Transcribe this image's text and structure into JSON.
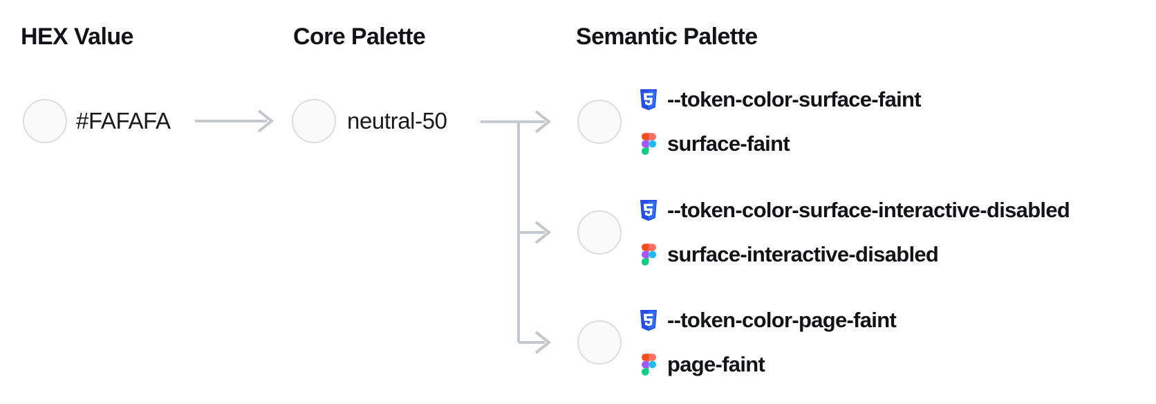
{
  "columns": {
    "hex_header": "HEX Value",
    "core_header": "Core Palette",
    "semantic_header": "Semantic Palette"
  },
  "hex_node": {
    "label": "#FAFAFA",
    "swatch_color": "#FAFAFA"
  },
  "core_node": {
    "label": "neutral-50",
    "swatch_color": "#FAFAFA"
  },
  "semantic_nodes": [
    {
      "css_token": "--token-color-surface-faint",
      "figma_name": "surface-faint",
      "swatch_color": "#FAFAFA"
    },
    {
      "css_token": "--token-color-surface-interactive-disabled",
      "figma_name": "surface-interactive-disabled",
      "swatch_color": "#FAFAFA"
    },
    {
      "css_token": "--token-color-page-faint",
      "figma_name": "page-faint",
      "swatch_color": "#FAFAFA"
    }
  ],
  "icons": {
    "css": "css3-shield-icon",
    "figma": "figma-logo-icon"
  },
  "colors": {
    "arrow_gray": "#c4c8cf",
    "swatch_border": "#dcdce3",
    "text_dark": "#111318",
    "css_blue_dark": "#264de4",
    "css_blue_light": "#2f6df2",
    "figma_orange": "#f24e1e",
    "figma_salmon": "#ff7262",
    "figma_purple": "#a259ff",
    "figma_blue": "#1abcfe",
    "figma_green": "#0acf83"
  }
}
